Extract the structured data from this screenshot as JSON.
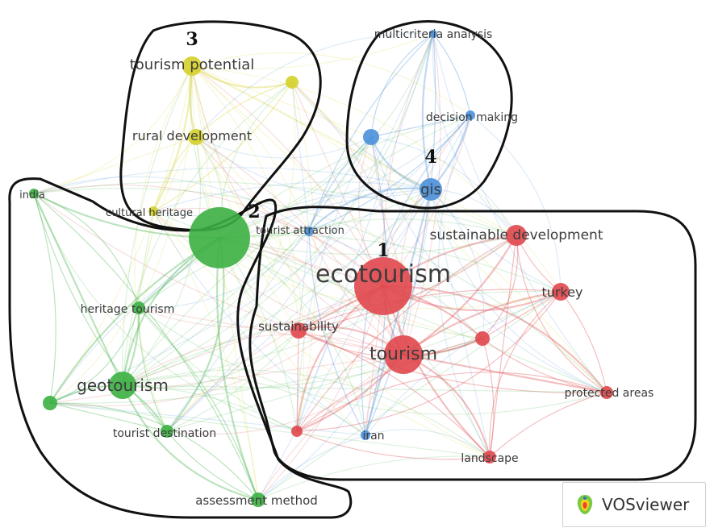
{
  "nodes": [
    {
      "id": "ecotourism",
      "label": "ecotourism",
      "cluster": 1
    },
    {
      "id": "tourism",
      "label": "tourism",
      "cluster": 1
    },
    {
      "id": "sustainable_development",
      "label": "sustainable development",
      "cluster": 1
    },
    {
      "id": "turkey",
      "label": "turkey",
      "cluster": 1
    },
    {
      "id": "sustainability",
      "label": "sustainability",
      "cluster": 1
    },
    {
      "id": "protected_areas",
      "label": "protected areas",
      "cluster": 1
    },
    {
      "id": "landscape",
      "label": "landscape",
      "cluster": 1
    },
    {
      "id": "red_small_1",
      "label": "",
      "cluster": 1
    },
    {
      "id": "red_small_2",
      "label": "",
      "cluster": 1
    },
    {
      "id": "geotourism",
      "label": "geotourism",
      "cluster": 2
    },
    {
      "id": "heritage_tourism",
      "label": "heritage tourism",
      "cluster": 2
    },
    {
      "id": "tourist_destination",
      "label": "tourist destination",
      "cluster": 2
    },
    {
      "id": "assessment_method",
      "label": "assessment method",
      "cluster": 2
    },
    {
      "id": "india",
      "label": "india",
      "cluster": 2
    },
    {
      "id": "green_big",
      "label": "",
      "cluster": 2
    },
    {
      "id": "green_small",
      "label": "",
      "cluster": 2
    },
    {
      "id": "tourism_potential",
      "label": "tourism potential",
      "cluster": 3
    },
    {
      "id": "rural_development",
      "label": "rural development",
      "cluster": 3
    },
    {
      "id": "cultural_heritage",
      "label": "cultural heritage",
      "cluster": 3
    },
    {
      "id": "yellow_small",
      "label": "",
      "cluster": 3
    },
    {
      "id": "gis",
      "label": "gis",
      "cluster": 4
    },
    {
      "id": "decision_making",
      "label": "decision making",
      "cluster": 4
    },
    {
      "id": "multicriteria_analysis",
      "label": "multicriteria analysis",
      "cluster": 4
    },
    {
      "id": "tourist_attraction",
      "label": "tourist attraction",
      "cluster": 4
    },
    {
      "id": "iran",
      "label": "iran",
      "cluster": 4
    },
    {
      "id": "blue_small",
      "label": "",
      "cluster": 4
    }
  ],
  "clusters": [
    {
      "number": "1",
      "color": "#e0474c"
    },
    {
      "number": "2",
      "color": "#3cb043"
    },
    {
      "number": "3",
      "color": "#d4d02a"
    },
    {
      "number": "4",
      "color": "#4a90d9"
    }
  ],
  "badge": {
    "text": "VOSviewer"
  }
}
